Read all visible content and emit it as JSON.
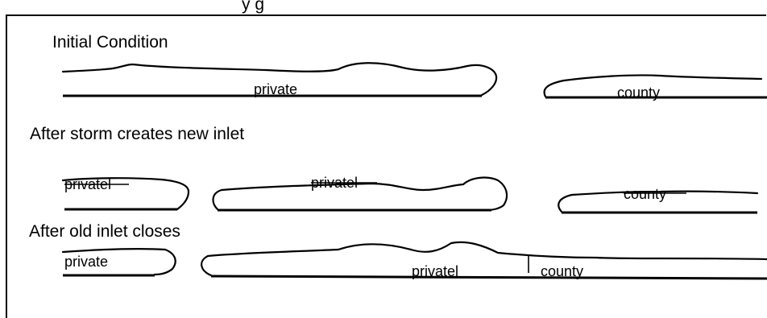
{
  "figure": {
    "partial_top_text": "y          g",
    "colors": {
      "line": "#000000",
      "background": "#ffffff"
    }
  },
  "stages": [
    {
      "title": "Initial Condition",
      "labels": [
        "private",
        "county"
      ]
    },
    {
      "title": "After storm creates new inlet",
      "labels": [
        "privatel",
        "privatel",
        "county"
      ]
    },
    {
      "title": "After old inlet closes",
      "labels": [
        "private",
        "privatel",
        "county"
      ]
    }
  ]
}
